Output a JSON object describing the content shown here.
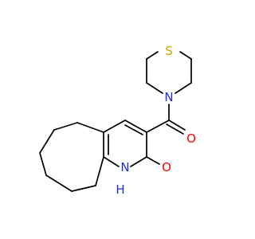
{
  "molecule": {
    "atoms": {
      "sulfur": {
        "symbol": "S",
        "color": "#c8a400"
      },
      "ring_nitrogen": {
        "symbol": "N",
        "color": "#1d2fe0"
      },
      "carbonyl_oxygen": {
        "symbol": "O",
        "color": "#ff0000"
      },
      "amide_nh": {
        "symbol": "H",
        "color": "#1d2fe0"
      },
      "amide_n": {
        "symbol": "N",
        "color": "#1d2fe0"
      },
      "lactam_oxygen": {
        "symbol": "O",
        "color": "#ff0000"
      }
    },
    "bond_color": "#000000"
  }
}
